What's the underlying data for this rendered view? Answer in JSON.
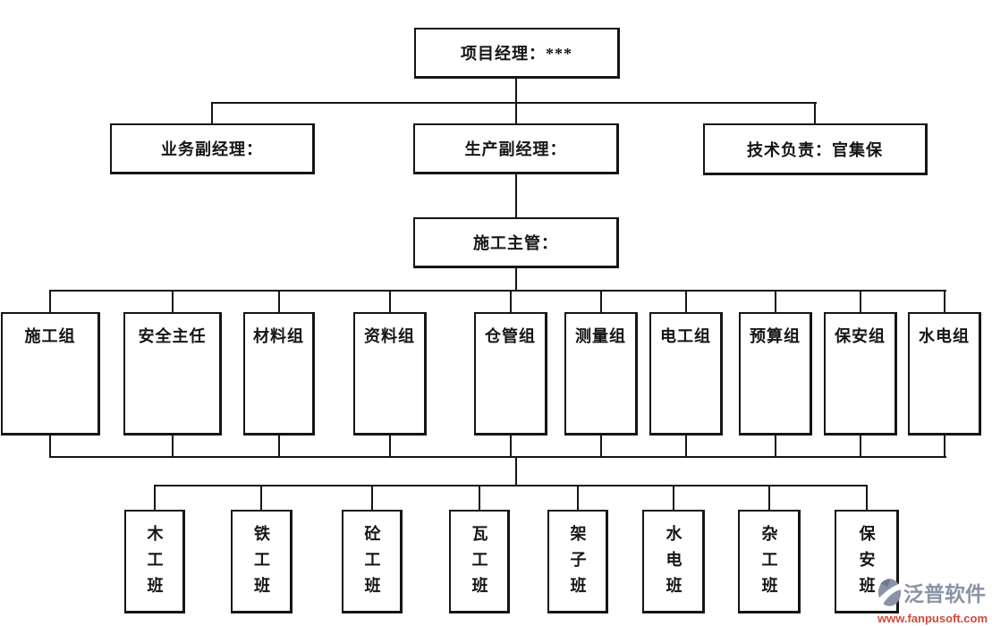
{
  "org": {
    "root": {
      "label": "项目经理：***"
    },
    "deputies": [
      {
        "label": "业务副经理："
      },
      {
        "label": "生产副经理："
      },
      {
        "label": "技术负责：官集保"
      }
    ],
    "supervisor": {
      "label": "施工主管："
    },
    "groups": [
      {
        "label": "施工组"
      },
      {
        "label": "安全主任"
      },
      {
        "label": "材料组"
      },
      {
        "label": "资料组"
      },
      {
        "label": "仓管组"
      },
      {
        "label": "测量组"
      },
      {
        "label": "电工组"
      },
      {
        "label": "预算组"
      },
      {
        "label": "保安组"
      },
      {
        "label": "水电组"
      }
    ],
    "crews": [
      {
        "label": "木工班"
      },
      {
        "label": "铁工班"
      },
      {
        "label": "砼工班"
      },
      {
        "label": "瓦工班"
      },
      {
        "label": "架子班"
      },
      {
        "label": "水电班"
      },
      {
        "label": "杂工班"
      },
      {
        "label": "保安班"
      }
    ]
  },
  "watermark": {
    "brand": "泛普软件",
    "url": "www.fanpusoft.com",
    "brand_color": "#8a93a6",
    "url_color": "#d0493b",
    "logo_icon": "fanpu-swoosh-icon"
  },
  "colors": {
    "background": "#ffffff",
    "line": "#151515",
    "box_border": "#151515",
    "text": "#151515"
  }
}
